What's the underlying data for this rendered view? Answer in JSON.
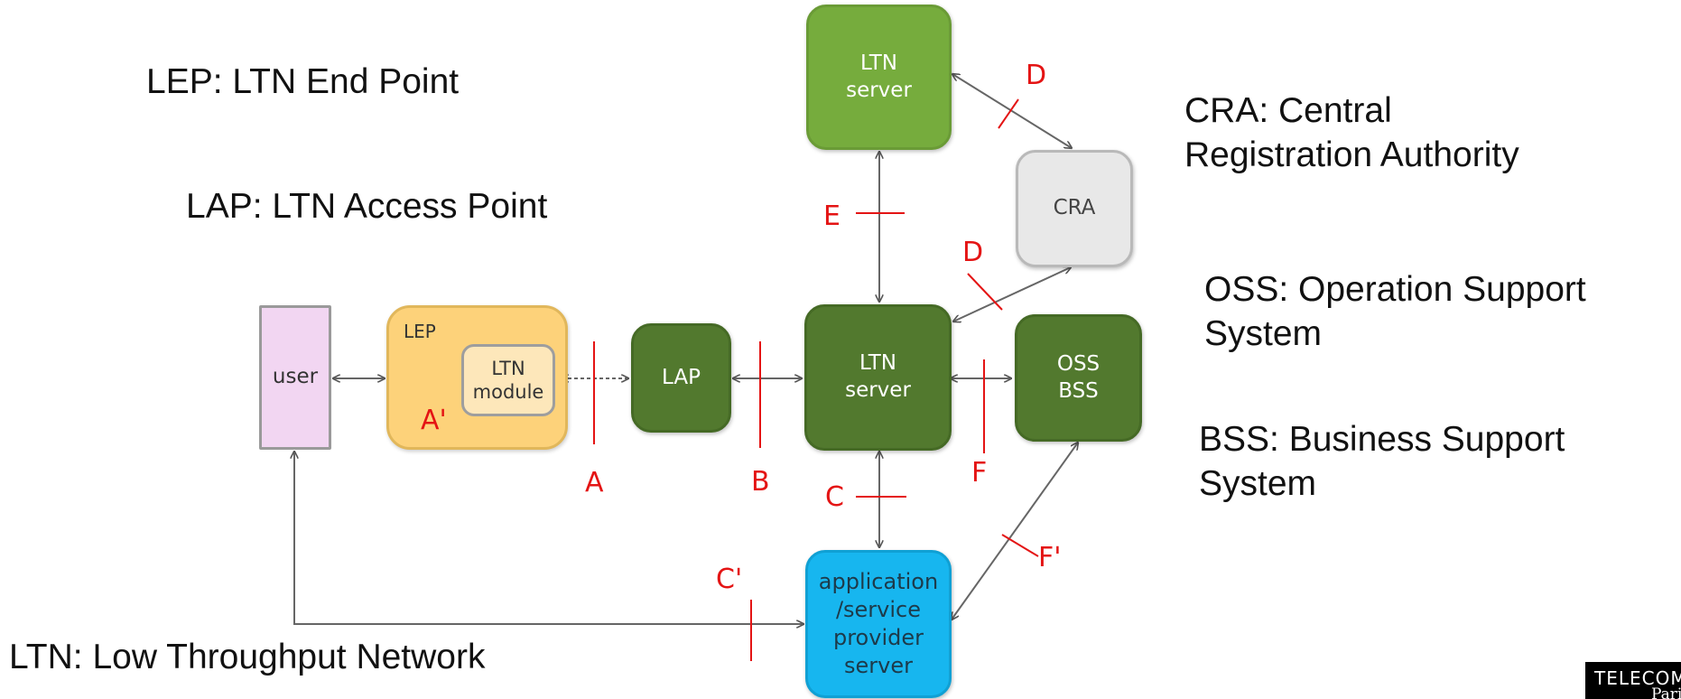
{
  "legend": {
    "lep": "LEP: LTN End Point",
    "lap": "LAP: LTN Access Point",
    "ltn": "LTN: Low Throughput Network",
    "cra": "CRA: Central\nRegistration Authority",
    "oss": "OSS: Operation Support\nSystem",
    "bss": "BSS: Business Support\nSystem"
  },
  "nodes": {
    "ltn_server_top": "LTN\nserver",
    "cra": "CRA",
    "user": "user",
    "lep": "LEP",
    "ltn_module": "LTN\nmodule",
    "lap": "LAP",
    "ltn_server_main": "LTN\nserver",
    "oss_bss": "OSS\nBSS",
    "app_server": "application\n/service\nprovider\nserver"
  },
  "interfaces": {
    "a": "A",
    "a_prime": "A'",
    "b": "B",
    "c": "C",
    "c_prime": "C'",
    "d_top": "D",
    "d_mid": "D",
    "e": "E",
    "f": "F",
    "f_prime": "F'"
  },
  "logo": {
    "line1": "TELECOM",
    "line2": "Paris"
  },
  "colors": {
    "dark_green": "#52792e",
    "light_green": "#76ac3d",
    "cyan": "#17b6ef",
    "interface_red": "#e41414",
    "arrow_grey": "#555555"
  }
}
